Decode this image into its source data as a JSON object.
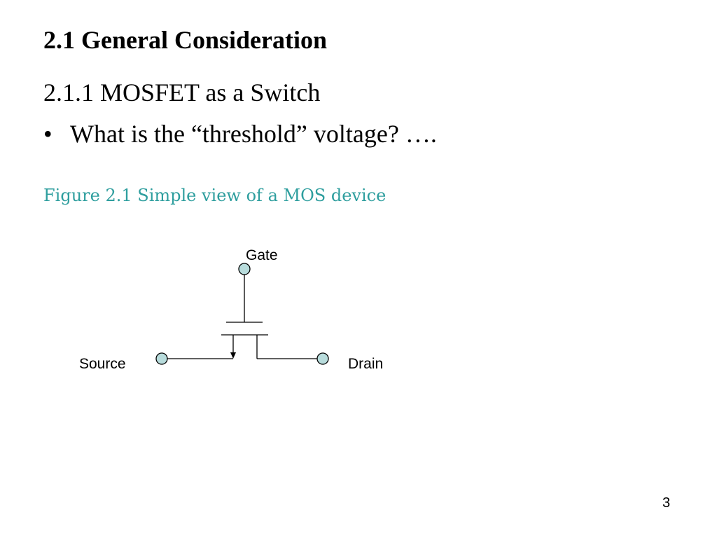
{
  "slide": {
    "title": "2.1 General Consideration",
    "subtitle": "2.1.1 MOSFET as a Switch",
    "bullets": [
      {
        "glyph": "•",
        "text": "What is the “threshold” voltage? …."
      }
    ],
    "caption": "Figure 2.1 Simple view of a MOS device",
    "page_number": "3"
  },
  "diagram": {
    "labels": {
      "gate": "Gate",
      "source": "Source",
      "drain": "Drain"
    }
  },
  "colors": {
    "caption": "#2e9e9e",
    "terminal_fill": "#b8dcdc",
    "line": "#000000"
  }
}
